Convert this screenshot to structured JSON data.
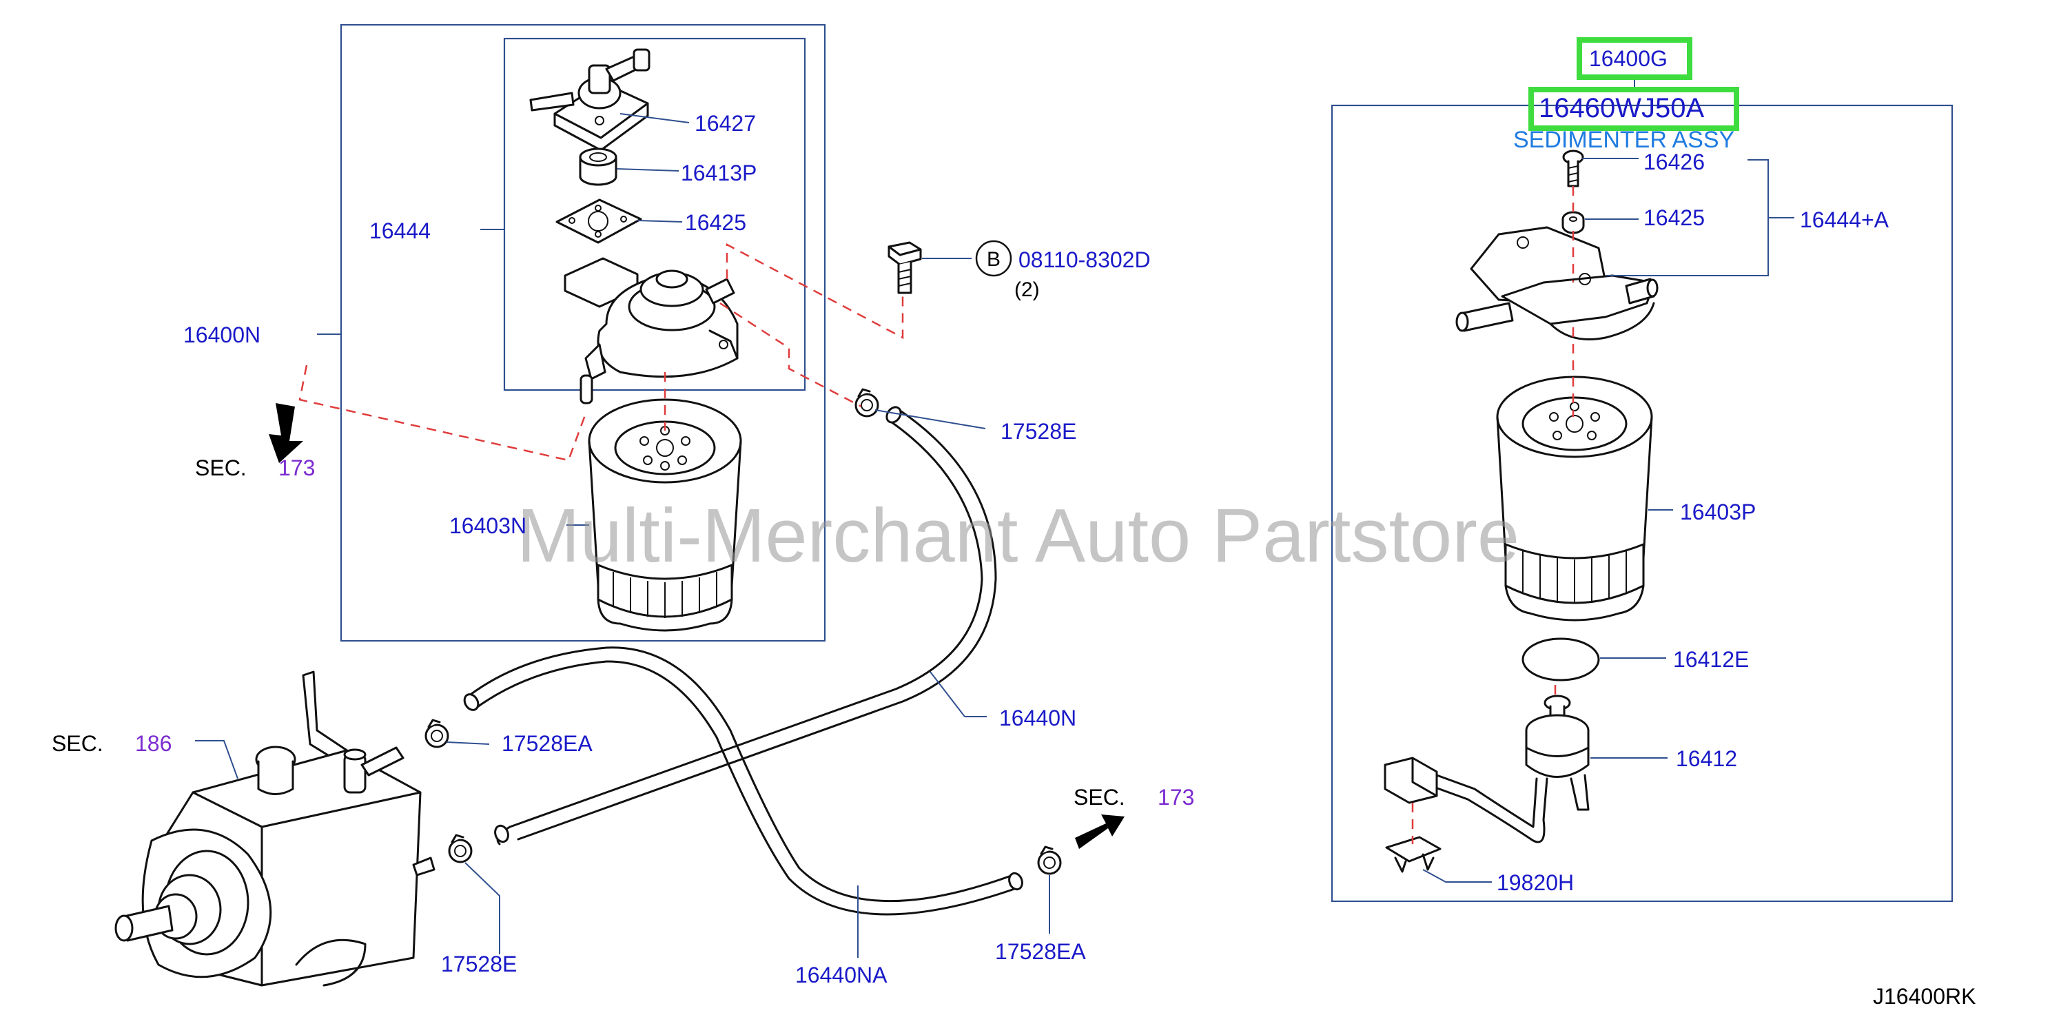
{
  "diagram": {
    "ref_code": "J16400RK",
    "watermark": "Multi-Merchant Auto Partstore",
    "highlighted_part": "16400G",
    "highlighted_part_no": "16460WJ50A",
    "assembly_name": "SEDIMENTER ASSY",
    "colors": {
      "part_label": "#1a1ac8",
      "section_number": "#7b2bd0",
      "highlight_box": "#3fdc3f",
      "dashed_leader": "#e03c3c",
      "frame": "#2f4f8f",
      "assembly_name": "#1e7be0"
    },
    "labels": {
      "p16427": "16427",
      "p16413P": "16413P",
      "p16425_left": "16425",
      "p16444": "16444",
      "p16400N": "16400N",
      "p16403N": "16403N",
      "bolt_callout": "B",
      "bolt_part": "08110-8302D",
      "bolt_qty": "(2)",
      "p17528E_top": "17528E",
      "p17528EA_left": "17528EA",
      "p16440N": "16440N",
      "p17528E_bottom": "17528E",
      "p16440NA": "16440NA",
      "p17528EA_bottom": "17528EA",
      "p16426": "16426",
      "p16425_right": "16425",
      "p16444A": "16444+A",
      "p16403P": "16403P",
      "p16412E": "16412E",
      "p16412": "16412",
      "p19820H": "19820H"
    },
    "sections": {
      "sec_label": "SEC.",
      "sec_173_left": "173",
      "sec_186": "186",
      "sec_173_right": "173"
    }
  }
}
